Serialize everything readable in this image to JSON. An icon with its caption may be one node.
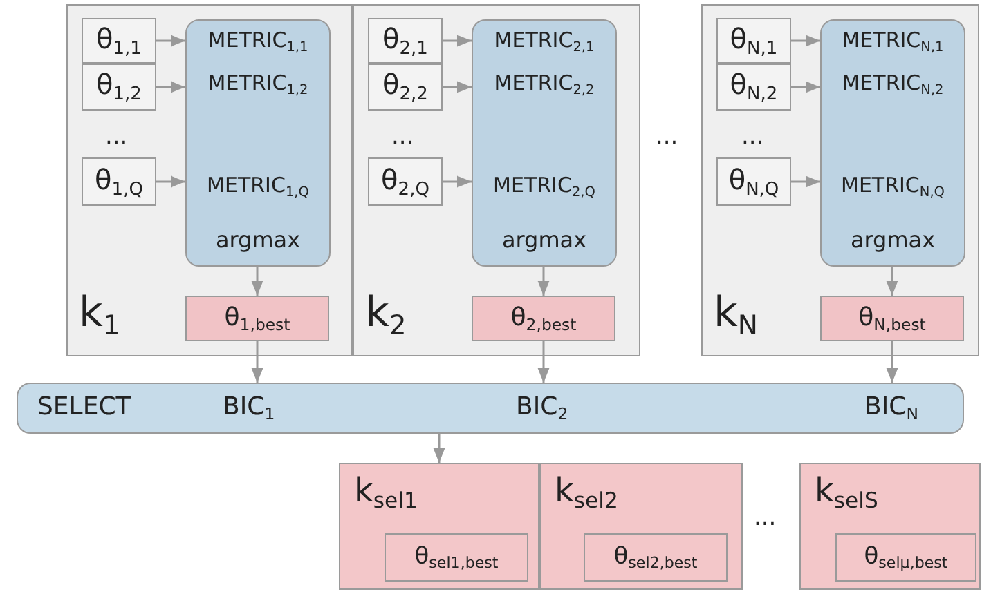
{
  "diagram": {
    "nodes": [
      {
        "text": [
          "k$_{1}$"
        ]
      },
      {
        "text": [
          "θ$_{1,1}$"
        ],
        "in": 0
      },
      {
        "text": [
          "θ$_{1,2}$"
        ],
        "in": 0
      },
      {
        "text": [
          "θ$_{1,Q}$"
        ],
        "in": 0
      },
      {
        "text": [
          "METRIC$_{1,1}$",
          "METRIC$_{1,2}$",
          "METRIC$_{1,Q}$",
          "argmax"
        ],
        "in": 0
      },
      {
        "text": [
          "θ$_{1,best}$"
        ],
        "in": 0
      },
      {
        "text": [
          "k$_{2}$"
        ]
      },
      {
        "text": [
          "θ$_{2,1}$"
        ],
        "in": 6
      },
      {
        "text": [
          "θ$_{2,2}$"
        ],
        "in": 6
      },
      {
        "text": [
          "θ$_{2,Q}$"
        ],
        "in": 6
      },
      {
        "text": [
          "METRIC$_{2,1}$",
          "METRIC$_{2,2}$",
          "METRIC$_{2,Q}$",
          "argmax"
        ],
        "in": 6
      },
      {
        "text": [
          "θ$_{2,best}$"
        ],
        "in": 6
      },
      {
        "text": [
          "k$_{N}$"
        ]
      },
      {
        "text": [
          "θ$_{N,1}$"
        ],
        "in": 12
      },
      {
        "text": [
          "θ$_{N,2}$"
        ],
        "in": 12
      },
      {
        "text": [
          "θ$_{N,Q}$"
        ],
        "in": 12
      },
      {
        "text": [
          "METRIC$_{N,1}$",
          "METRIC$_{N,2}$",
          "METRIC$_{N,Q}$",
          "argmax"
        ],
        "in": 12
      },
      {
        "text": [
          "θ$_{N,best}$"
        ],
        "in": 12
      },
      {
        "text": [
          "SELECT",
          "BIC$_{1}$",
          "BIC$_{2}$",
          "BIC$_{N}$"
        ]
      },
      {
        "text": [
          "k$_{sel1}$"
        ]
      },
      {
        "text": [
          "θ$_{sel1,best}$"
        ],
        "in": 19
      },
      {
        "text": [
          "k$_{sel2}$"
        ]
      },
      {
        "text": [
          "θ$_{sel2,best}$"
        ],
        "in": 21
      },
      {
        "text": [
          "k$_{selS}$"
        ]
      },
      {
        "text": [
          "θ$_{selμ,best}$"
        ],
        "in": 23
      }
    ],
    "edges": [
      {
        "from": 1,
        "to": 4,
        "arrow": "to"
      },
      {
        "from": 2,
        "to": 4,
        "arrow": "to"
      },
      {
        "from": 3,
        "to": 4,
        "arrow": "to"
      },
      {
        "from": 4,
        "to": 5,
        "arrow": "to"
      },
      {
        "from": 7,
        "to": 10,
        "arrow": "to"
      },
      {
        "from": 8,
        "to": 10,
        "arrow": "to"
      },
      {
        "from": 9,
        "to": 10,
        "arrow": "to"
      },
      {
        "from": 10,
        "to": 11,
        "arrow": "to"
      },
      {
        "from": 13,
        "to": 16,
        "arrow": "to"
      },
      {
        "from": 14,
        "to": 16,
        "arrow": "to"
      },
      {
        "from": 15,
        "to": 16,
        "arrow": "to"
      },
      {
        "from": 16,
        "to": 17,
        "arrow": "to"
      },
      {
        "from": 5,
        "to": 18,
        "arrow": "to"
      },
      {
        "from": 11,
        "to": 18,
        "arrow": "to"
      },
      {
        "from": 17,
        "to": 18,
        "arrow": "to"
      },
      {
        "from": 18,
        "to": 19,
        "arrow": "to"
      }
    ],
    "labels": [
      "...",
      "...",
      "...",
      "...",
      "..."
    ]
  }
}
